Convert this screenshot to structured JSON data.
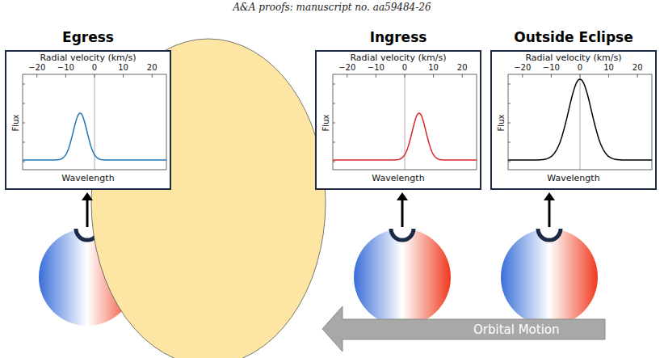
{
  "diagram": {
    "nodes": [
      {
        "text": [
          "Egress",
          "Radial velocity (km/s)",
          "−20",
          "−10",
          "0",
          "10",
          "20",
          "Flux",
          "Wavelength"
        ]
      },
      {
        "text": [
          "Ingress",
          "Radial velocity (km/s)",
          "−20",
          "−10",
          "0",
          "10",
          "20",
          "Flux",
          "Wavelength"
        ]
      },
      {
        "text": [
          "Outside Eclipse",
          "Radial velocity (km/s)",
          "−20",
          "−10",
          "0",
          "10",
          "20",
          "Flux",
          "Wavelength"
        ]
      },
      {
        "text": [
          "Orbital Motion"
        ]
      }
    ],
    "labels": [
      "A&A proofs: manuscript no. aa59484-26"
    ]
  }
}
